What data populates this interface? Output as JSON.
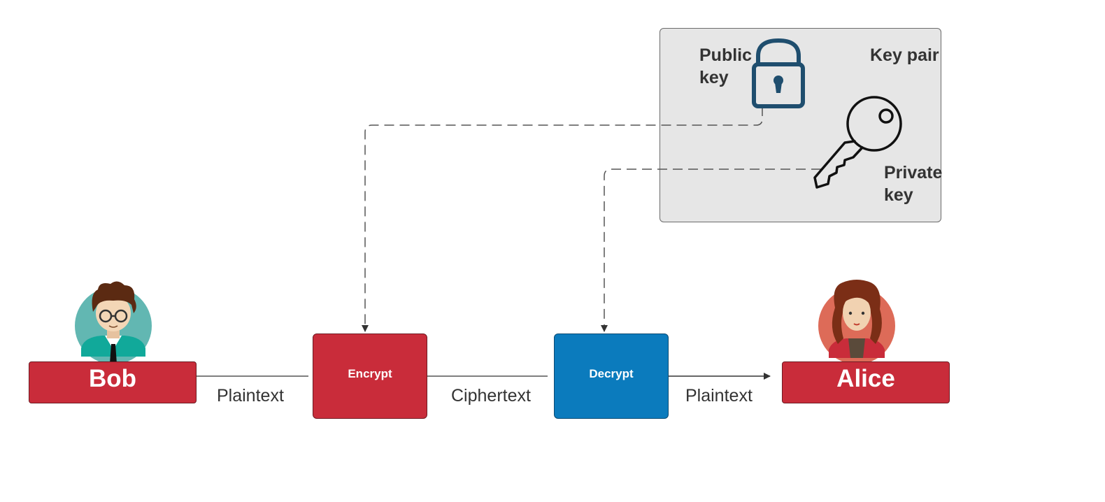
{
  "keypair": {
    "title": "Key pair",
    "public_key_label": "Public\nkey",
    "private_key_label": "Private\nkey"
  },
  "actors": {
    "sender": "Bob",
    "receiver": "Alice"
  },
  "operations": {
    "encrypt": "Encrypt",
    "decrypt": "Decrypt"
  },
  "flow": {
    "plaintext_in": "Plaintext",
    "ciphertext": "Ciphertext",
    "plaintext_out": "Plaintext"
  },
  "colors": {
    "red": "#c92c3a",
    "blue": "#0b7bbd",
    "lock": "#1f4e6e",
    "panel": "#e6e6e6",
    "bob_avatar_bg": "#62b7b2",
    "alice_avatar_bg": "#dd6b58"
  },
  "icons": [
    "lock-icon",
    "key-icon",
    "bob-avatar",
    "alice-avatar"
  ]
}
